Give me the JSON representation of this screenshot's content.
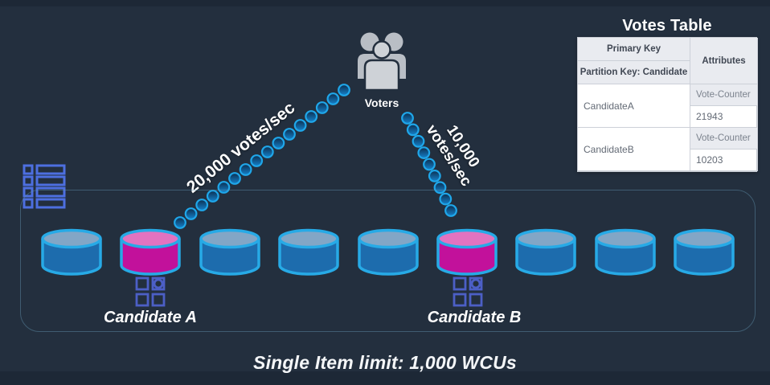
{
  "votes_table": {
    "title": "Votes Table",
    "header": {
      "primary_key": "Primary Key",
      "partition_key": "Partition Key: Candidate",
      "attributes": "Attributes"
    },
    "rows": [
      {
        "key": "CandidateA",
        "attribute_name": "Vote-Counter",
        "attribute_value": "21943"
      },
      {
        "key": "CandidateB",
        "attribute_name": "Vote-Counter",
        "attribute_value": "10203"
      }
    ]
  },
  "voters": {
    "label": "Voters"
  },
  "flows": [
    {
      "label": "20,000 votes/sec",
      "target": "Candidate A"
    },
    {
      "label_line1": "10,000",
      "label_line2": "votes/sec",
      "target": "Candidate B"
    }
  ],
  "partitions": {
    "count": 9,
    "highlighted_indexes": [
      1,
      5
    ],
    "colors": {
      "stroke": "#27aae6",
      "blue_body": "#1d6cad",
      "blue_top": "#82a6c6",
      "magenta_body": "#c2119b",
      "magenta_top": "#e273c0"
    }
  },
  "candidates": [
    {
      "label": "Candidate A"
    },
    {
      "label": "Candidate B"
    }
  ],
  "caption": "Single Item limit: 1,000 WCUs",
  "colors": {
    "background": "#232f3e",
    "dot_stroke": "#1fa7ea",
    "icon_blue": "#4d6fe0",
    "grid_icon_blue": "#4c5fc6"
  }
}
